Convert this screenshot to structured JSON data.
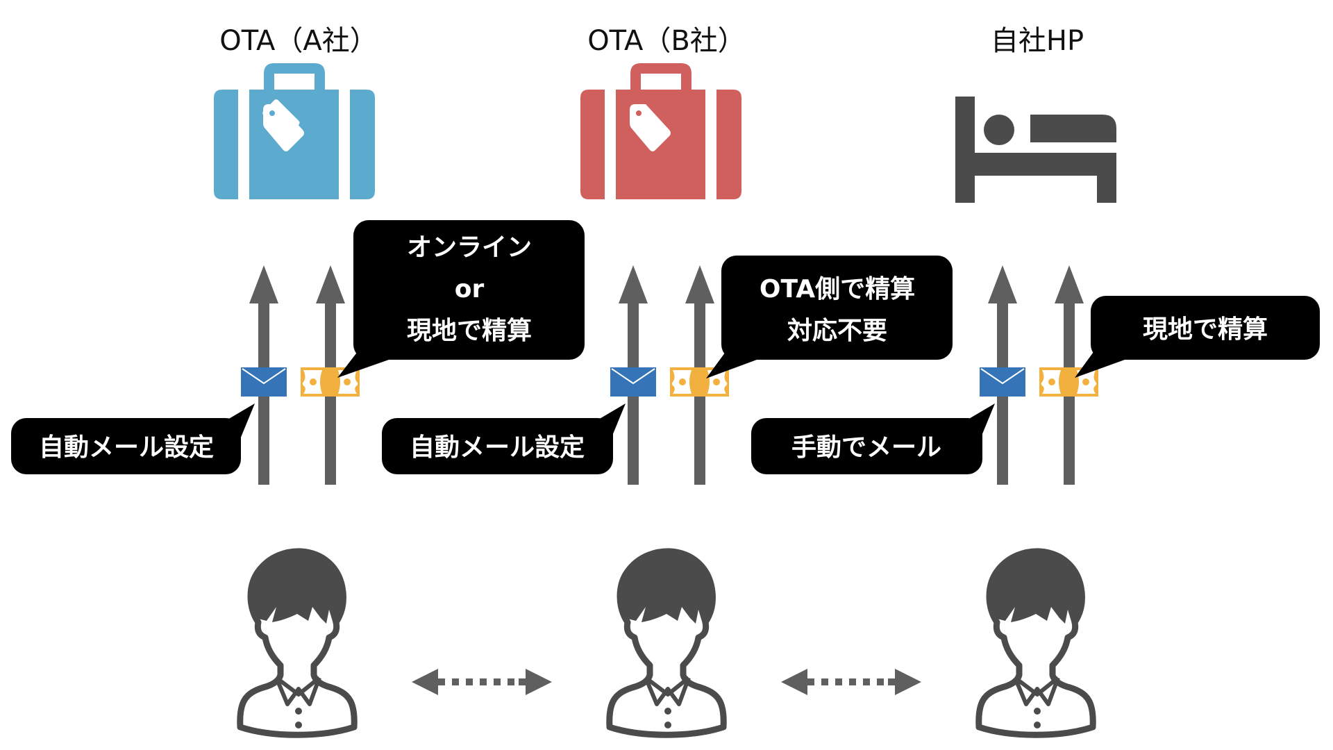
{
  "colors": {
    "ota_a": "#5DAACF",
    "ota_b": "#D0605D",
    "own_hp": "#4B4B4B",
    "arrow": "#5F5F5F",
    "envelope": "#3674B8",
    "money": "#F2B13F",
    "bubble": "#000000",
    "person": "#4B4B4B"
  },
  "channels": [
    {
      "id": "ota-a",
      "title": "OTA（A社）",
      "icon": "suitcase-icon",
      "mail_bubble": [
        "自動メール設定"
      ],
      "payment_bubble": [
        "オンライン",
        "or",
        "現地で精算"
      ]
    },
    {
      "id": "ota-b",
      "title": "OTA（B社）",
      "icon": "suitcase-icon",
      "mail_bubble": [
        "自動メール設定"
      ],
      "payment_bubble": [
        "OTA側で精算",
        "対応不要"
      ]
    },
    {
      "id": "own-hp",
      "title": "自社HP",
      "icon": "bed-icon",
      "mail_bubble": [
        "手動でメール"
      ],
      "payment_bubble": [
        "現地で精算"
      ]
    }
  ],
  "guests": [
    "guest-a",
    "guest-b",
    "guest-c"
  ],
  "connectors": [
    "bidirectional-dotted-arrow",
    "bidirectional-dotted-arrow"
  ]
}
